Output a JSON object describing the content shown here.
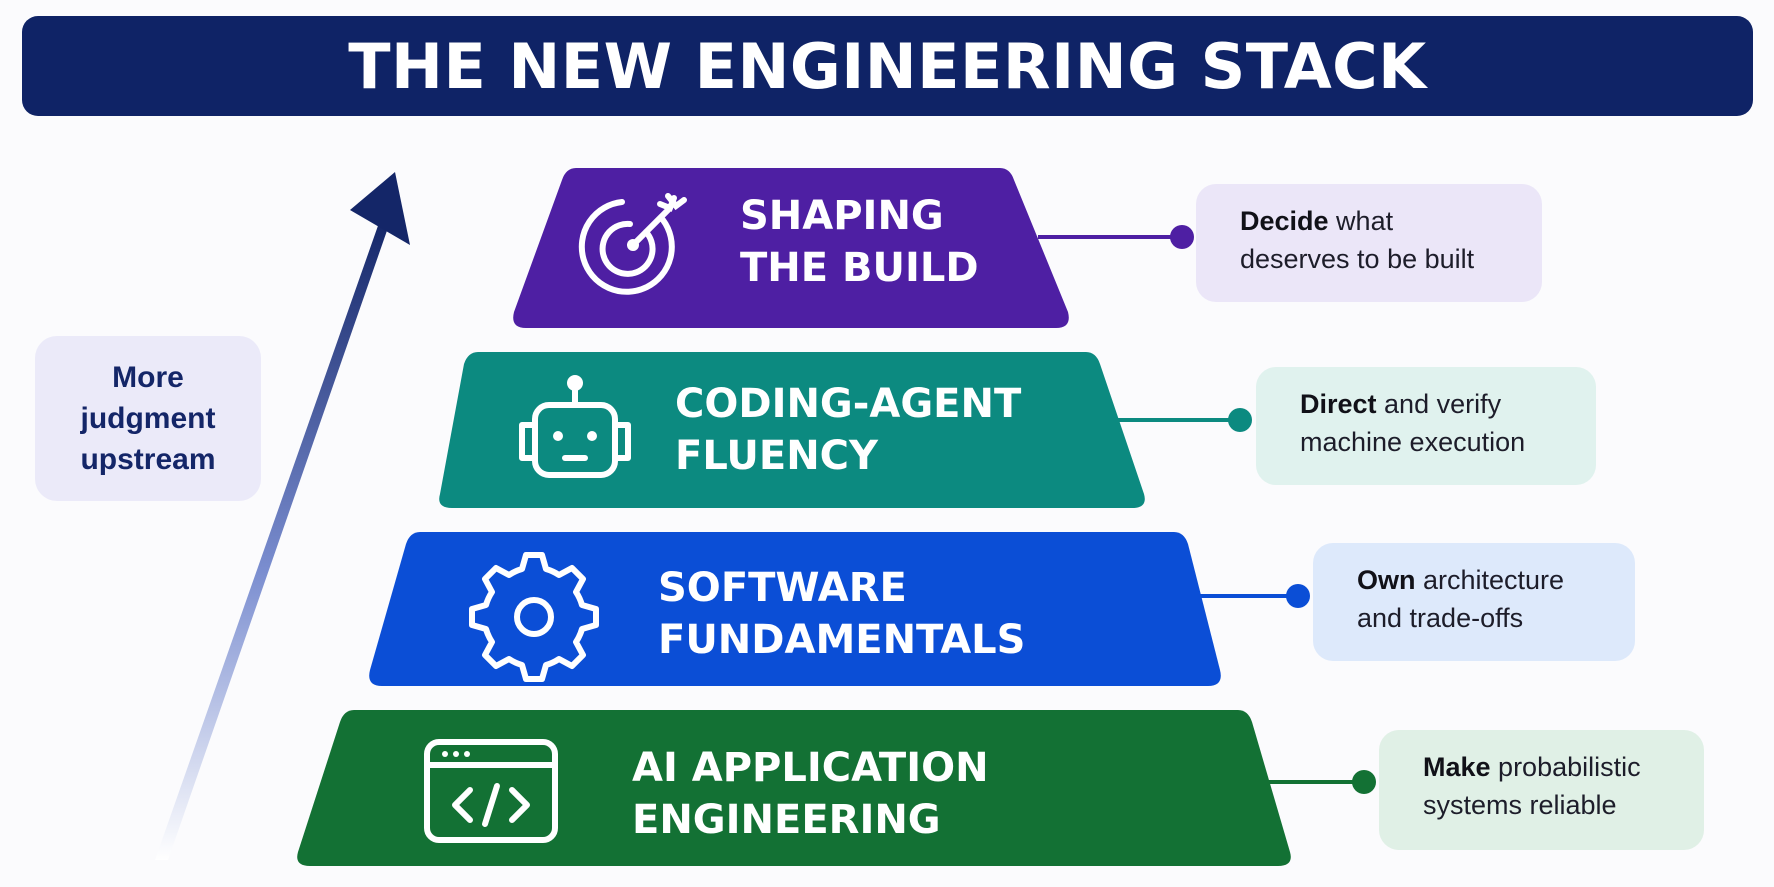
{
  "title": "THE NEW ENGINEERING STACK",
  "side_note": {
    "lines": [
      "More",
      "judgment",
      "upstream"
    ]
  },
  "tiers": [
    {
      "line1": "SHAPING",
      "line2": "THE BUILD",
      "icon": "target-icon",
      "color": "#4e1fa3",
      "callout": {
        "bold": "Decide",
        "rest": " what",
        "line2": "deserves to be built",
        "bg": "#ebe6f8"
      }
    },
    {
      "line1": "CODING-AGENT",
      "line2": "FLUENCY",
      "icon": "robot-icon",
      "color": "#0c8a80",
      "callout": {
        "bold": "Direct",
        "rest": " and verify",
        "line2": "machine execution",
        "bg": "#e0f2ee"
      }
    },
    {
      "line1": "SOFTWARE",
      "line2": "FUNDAMENTALS",
      "icon": "gear-icon",
      "color": "#0b4ed6",
      "callout": {
        "bold": "Own",
        "rest": " architecture",
        "line2": "and trade-offs",
        "bg": "#dde9fb"
      }
    },
    {
      "line1": "AI APPLICATION",
      "line2": "ENGINEERING",
      "icon": "code-window-icon",
      "color": "#137134",
      "callout": {
        "bold": "Make",
        "rest": " probabilistic",
        "line2": "systems reliable",
        "bg": "#e0f0e6"
      }
    }
  ],
  "arrow_color": "#142668"
}
